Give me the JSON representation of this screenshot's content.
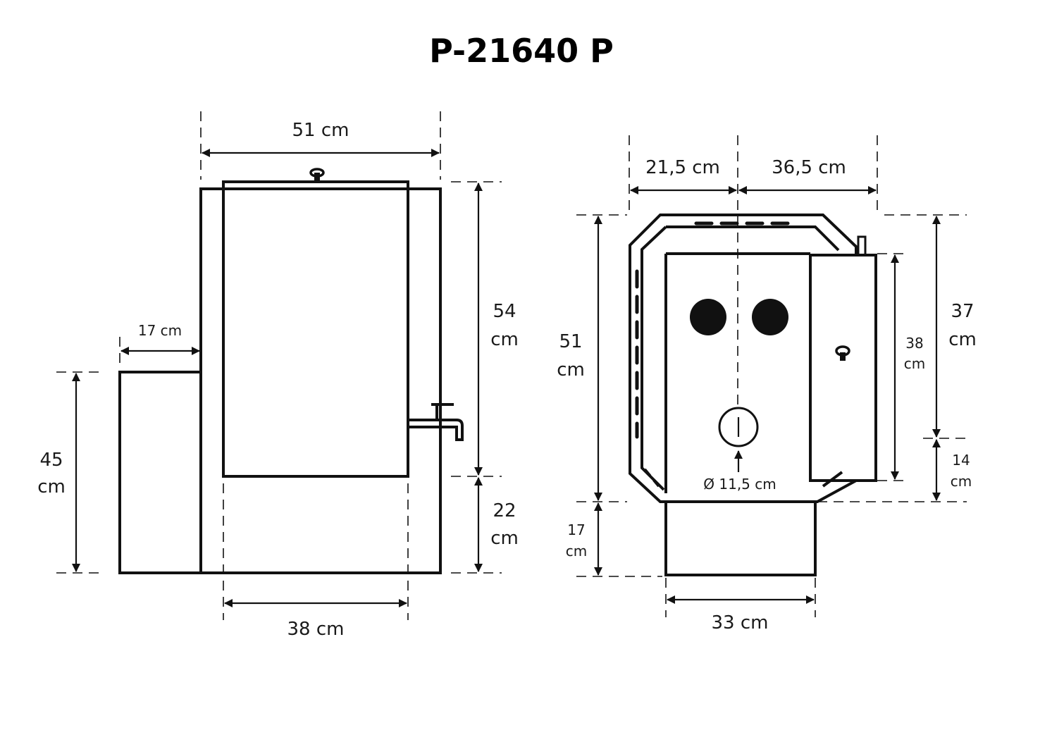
{
  "title": "P-21640 P",
  "side_view": {
    "width_top": "51 cm",
    "height_upper": "54",
    "height_upper_unit": "cm",
    "height_lower": "22",
    "height_lower_unit": "cm",
    "side_box_width": "17 cm",
    "side_box_height": "45",
    "side_box_height_unit": "cm",
    "bottom_width": "38 cm"
  },
  "top_view": {
    "left_width": "21,5 cm",
    "right_width": "36,5 cm",
    "total_depth": "51",
    "total_depth_unit": "cm",
    "tank_height": "38",
    "tank_height_unit": "cm",
    "right_upper": "37",
    "right_upper_unit": "cm",
    "right_lower": "14",
    "right_lower_unit": "cm",
    "chimney_diameter": "Ø 11,5 cm",
    "door_height": "17",
    "door_height_unit": "cm",
    "door_width": "33 cm"
  }
}
